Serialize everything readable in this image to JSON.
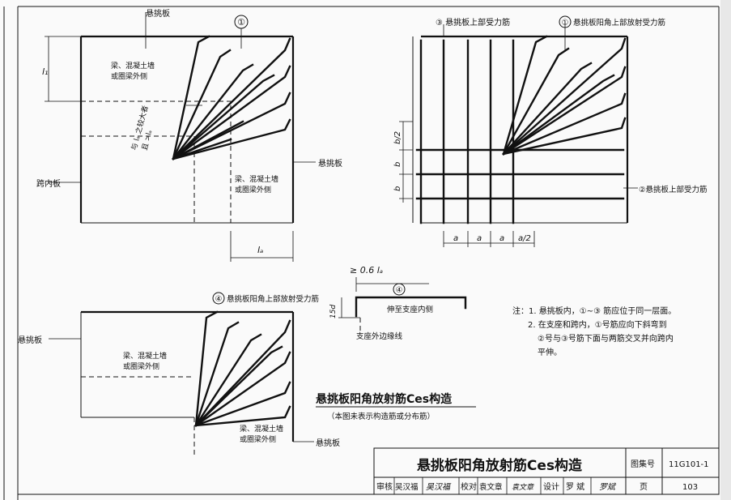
{
  "labels": {
    "cantilever": "悬挑板",
    "beam_wall": [
      "梁、混凝土墙",
      "或圈梁外侧"
    ],
    "span_slab": "跨内板",
    "anchor_note": [
      "与 lₐ 之较大者",
      "且 >lₐ"
    ],
    "l_dim": "l",
    "l_dim_sub": "x",
    "la_dim": "lₐ",
    "la_dim_v": "l₁",
    "c1": "①",
    "c1_text": "悬挑板阳角上部放射受力筋",
    "c3_text": "③ 悬挑板上部受力筋",
    "c2_text": "②悬挑板上部受力筋",
    "c4_text": "④ 悬挑板阳角上部放射受力筋",
    "b_half": "b/2",
    "b": "b",
    "a": "a",
    "a_half": "a/2",
    "detail_dim": "≥ 0.6 lₐ",
    "detail_c4": "④",
    "detail_to": "伸至支座内侧",
    "detail_15d": "15d",
    "detail_edge": "支座外边缘线"
  },
  "notes": {
    "l1": "注：1. 悬挑板内，①~③ 筋应位于同一层面。",
    "l2": "2. 在支座和跨内，①号筋应向下斜弯到",
    "l3": "②号与③号筋下面与两筋交叉并向跨内",
    "l4": "平伸。"
  },
  "caption": {
    "title": "悬挑板阳角放射筋Ces构造",
    "sub": "（本图未表示构造筋或分布筋）"
  },
  "title_block": {
    "title": "悬挑板阳角放射筋Ces构造",
    "atlas_label": "图集号",
    "atlas_no": "11G101-1",
    "review_label": "审核",
    "review_name": "吴汉福",
    "review_sign": "吴汉福",
    "check_label": "校对",
    "check_name": "袁文章",
    "check_sign": "袁文章",
    "design_label": "设计",
    "design_name": "罗 斌",
    "design_sign": "罗斌",
    "page_label": "页",
    "page_no": "103"
  }
}
